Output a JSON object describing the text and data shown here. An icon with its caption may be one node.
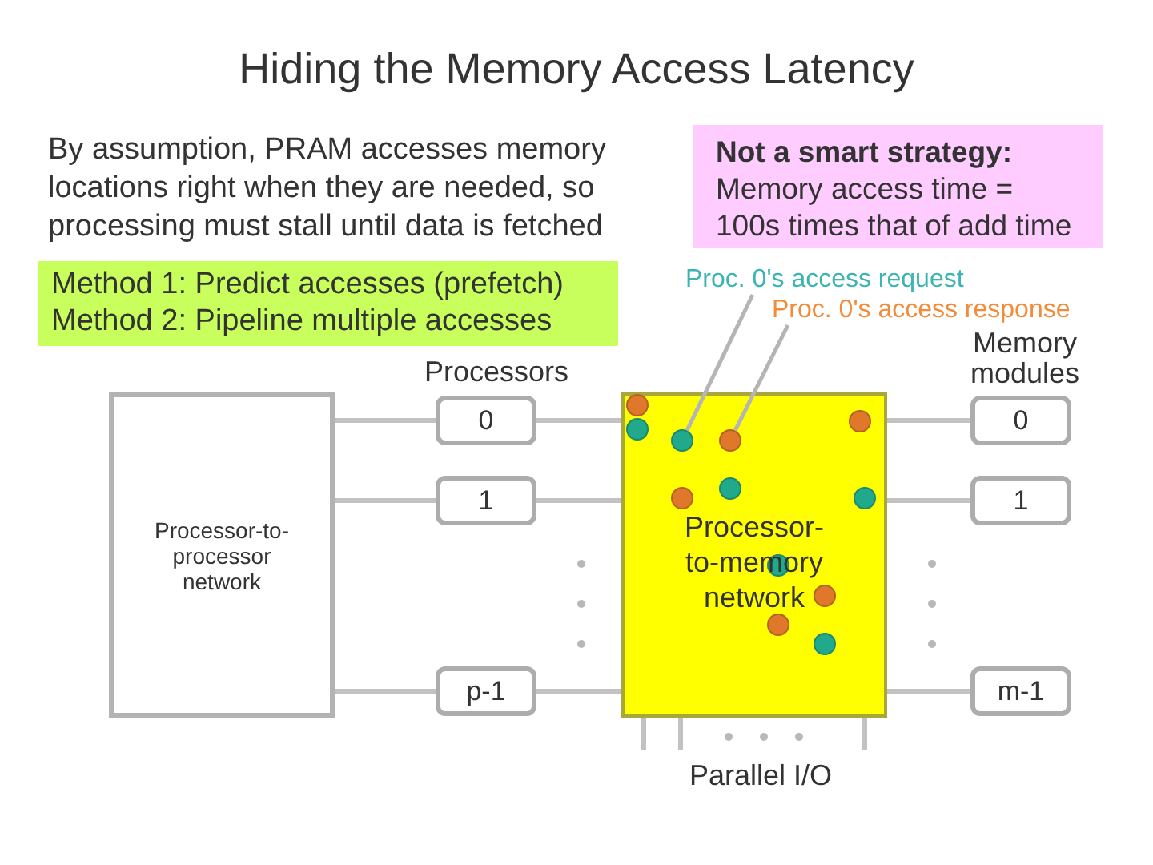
{
  "diagram": {
    "title": "Hiding the Memory Access Latency",
    "nodes": [
      {
        "text": [
          "Not a smart strategy:",
          "Memory access time = 100s times that of add time"
        ]
      },
      {
        "text": [
          "Method 1: Predict accesses (prefetch)",
          "Method 2: Pipeline multiple accesses"
        ]
      },
      {
        "text": [
          "Proc. 0's access request"
        ]
      },
      {
        "text": [
          "Proc. 0's access response"
        ]
      },
      {
        "text": [
          "Processor-to-processor network"
        ]
      },
      {
        "text": [
          "0"
        ]
      },
      {
        "text": [
          "1"
        ]
      },
      {
        "text": [
          "p-1"
        ]
      },
      {
        "text": [
          "Processor-to-memory network"
        ]
      },
      {
        "text": [
          "0"
        ]
      },
      {
        "text": [
          "1"
        ]
      },
      {
        "text": [
          "m-1"
        ]
      },
      {
        "text": [],
        "shape": "circle",
        "in": 8
      },
      {
        "text": [],
        "shape": "circle",
        "in": 8
      },
      {
        "text": [],
        "shape": "circle",
        "in": 8
      },
      {
        "text": [],
        "shape": "circle",
        "in": 8
      },
      {
        "text": [],
        "shape": "circle",
        "in": 8
      },
      {
        "text": [],
        "shape": "circle",
        "in": 8
      },
      {
        "text": [],
        "shape": "circle",
        "in": 8
      },
      {
        "text": [],
        "shape": "circle",
        "in": 8
      },
      {
        "text": [],
        "shape": "circle",
        "in": 8
      },
      {
        "text": [],
        "shape": "circle",
        "in": 8
      },
      {
        "text": [],
        "shape": "circle",
        "in": 8
      },
      {
        "text": [],
        "shape": "circle",
        "in": 8
      }
    ],
    "edges": [
      {
        "from": 4,
        "to": 5,
        "arrow": "none"
      },
      {
        "from": 4,
        "to": 6,
        "arrow": "none"
      },
      {
        "from": 4,
        "to": 7,
        "arrow": "none"
      },
      {
        "from": 5,
        "to": 8,
        "arrow": "none"
      },
      {
        "from": 6,
        "to": 8,
        "arrow": "none"
      },
      {
        "from": 7,
        "to": 8,
        "arrow": "none"
      },
      {
        "from": 8,
        "to": 9,
        "arrow": "none"
      },
      {
        "from": 8,
        "to": 10,
        "arrow": "none"
      },
      {
        "from": 8,
        "to": 11,
        "arrow": "none"
      },
      {
        "from": 2,
        "to": 15,
        "arrow": "none"
      },
      {
        "from": 3,
        "to": 16,
        "arrow": "none"
      },
      {
        "from": 8,
        "to": null,
        "arrow": "none"
      },
      {
        "from": 8,
        "to": null,
        "arrow": "none"
      },
      {
        "from": 8,
        "to": null,
        "arrow": "none"
      }
    ],
    "labels": [
      "By assumption, PRAM accesses memory locations right when they are needed, so processing must stall until data is fetched",
      "Processors",
      "Memory modules",
      "Parallel I/O"
    ]
  }
}
